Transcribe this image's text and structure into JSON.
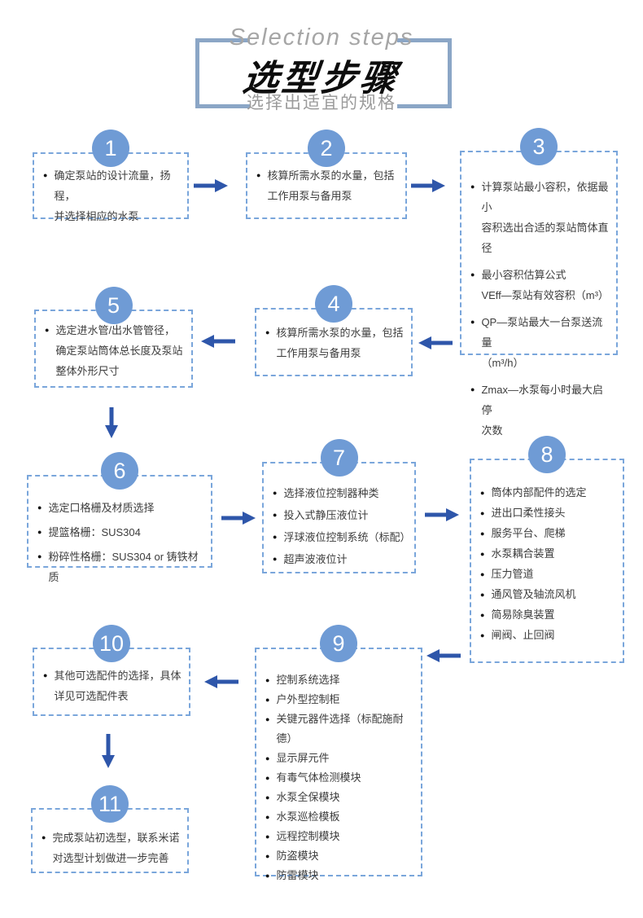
{
  "header": {
    "title_en": "Selection steps",
    "title_zh": "选型步骤",
    "subtitle": "选择出适宜的规格"
  },
  "colors": {
    "step_circle": "#6f9bd5",
    "box_border": "#7aa6db",
    "arrow": "#2e56aa",
    "bracket": "#8ba6c6",
    "title_gray": "#a6a6a6"
  },
  "steps": [
    {
      "num": "1",
      "bullets": [
        "确定泵站的设计流量，扬程，\n并选择相应的水泵"
      ]
    },
    {
      "num": "2",
      "bullets": [
        "核算所需水泵的水量，包括\n工作用泵与备用泵"
      ]
    },
    {
      "num": "3",
      "bullets": [
        "计算泵站最小容积，依据最小\n容积选出合适的泵站筒体直径",
        "最小容积估算公式\nVEff—泵站有效容积（m³）",
        "QP—泵站最大一台泵送流量\n（m³/h）",
        "Zmax—水泵每小时最大启停\n次数"
      ]
    },
    {
      "num": "4",
      "bullets": [
        "核算所需水泵的水量，包括\n工作用泵与备用泵"
      ]
    },
    {
      "num": "5",
      "bullets": [
        "选定进水管/出水管管径，\n确定泵站筒体总长度及泵站\n整体外形尺寸"
      ]
    },
    {
      "num": "6",
      "bullets": [
        "选定口格栅及材质选择",
        "提篮格栅：SUS304",
        "粉碎性格栅：SUS304 or 铸铁材质"
      ]
    },
    {
      "num": "7",
      "bullets": [
        "选择液位控制器种类",
        "投入式静压液位计",
        "浮球液位控制系统（标配）",
        "超声波液位计"
      ]
    },
    {
      "num": "8",
      "bullets": [
        "筒体内部配件的选定",
        "进出口柔性接头",
        "服务平台、爬梯",
        "水泵耦合装置",
        "压力管道",
        "通风管及轴流风机",
        "简易除臭装置",
        "闸阀、止回阀"
      ]
    },
    {
      "num": "9",
      "bullets": [
        "控制系统选择",
        "户外型控制柜",
        "关键元器件选择（标配施耐德）",
        "显示屏元件",
        "有毒气体检测模块",
        "水泵全保模块",
        "水泵巡检模板",
        "远程控制模块",
        "防盗模块",
        "防雷模块"
      ]
    },
    {
      "num": "10",
      "bullets": [
        "其他可选配件的选择，具体\n详见可选配件表"
      ]
    },
    {
      "num": "11",
      "bullets": [
        "完成泵站初选型，联系米诺\n对选型计划做进一步完善"
      ]
    }
  ]
}
